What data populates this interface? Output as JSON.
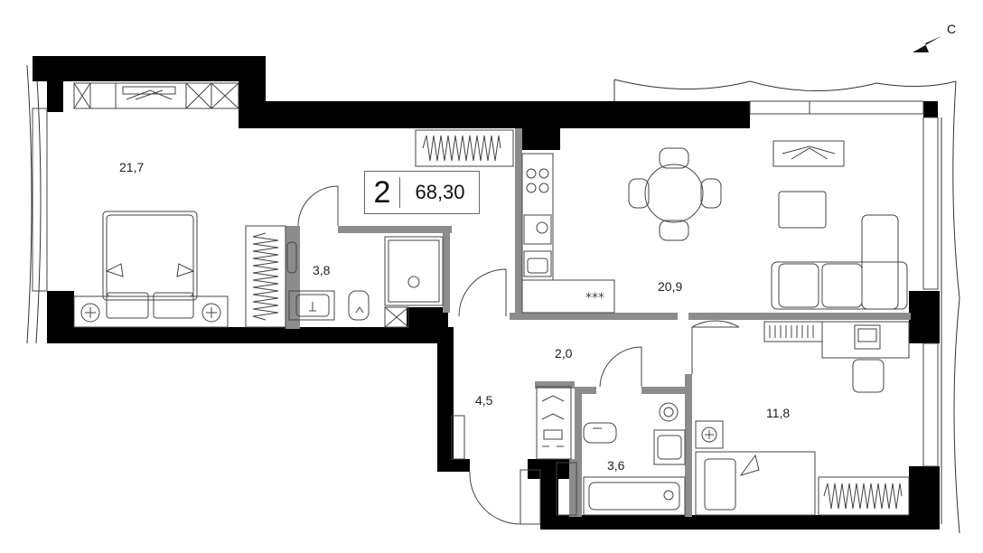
{
  "apartment": {
    "rooms_count": "2",
    "total_area": "68,30"
  },
  "compass": {
    "label": "С",
    "icon": "north-arrow-icon"
  },
  "rooms": {
    "bedroom_large": "21,7",
    "living_kitchen": "20,9",
    "bathroom_1": "3,8",
    "corridor": "2,0",
    "hallway": "4,5",
    "bedroom_small": "11,8",
    "bathroom_2": "3,6"
  },
  "colors": {
    "wall": "#000000",
    "partition": "#8c8c8c",
    "furniture_stroke": "#444444"
  }
}
